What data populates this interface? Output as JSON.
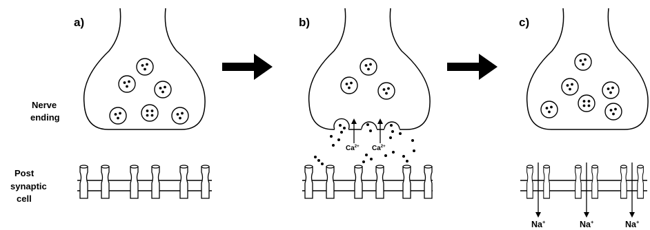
{
  "labels": {
    "panel_a": "a)",
    "panel_b": "b)",
    "panel_c": "c)",
    "nerve_line1": "Nerve",
    "nerve_line2": "ending",
    "post_line1": "Post",
    "post_line2": "synaptic",
    "post_line3": "cell"
  },
  "ions": {
    "calcium": "Ca",
    "calcium_charge": "2+",
    "sodium": "Na",
    "sodium_charge": "+"
  },
  "colors": {
    "ink": "#000000",
    "background": "#ffffff"
  }
}
